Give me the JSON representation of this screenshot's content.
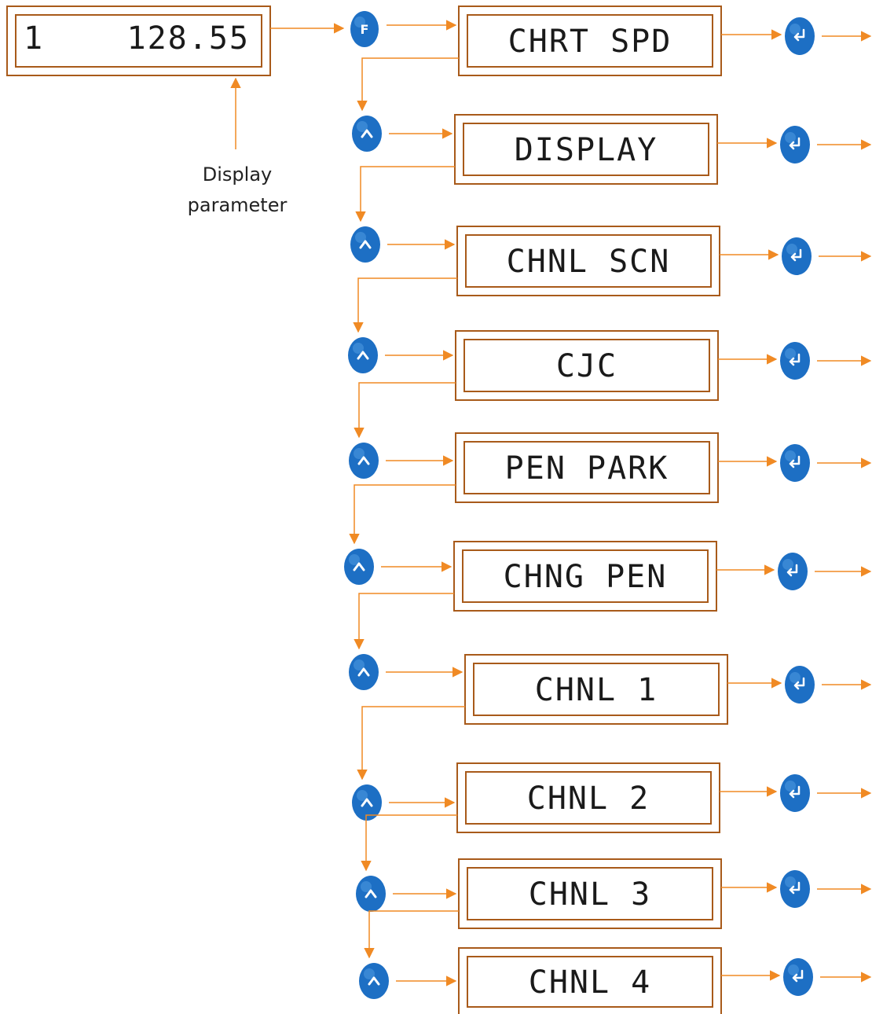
{
  "colors": {
    "border": "#a85a1a",
    "arrow": "#f08a24",
    "button_fill": "#1d6fc4",
    "button_highlight": "#5aa3e8",
    "text": "#1a1a1a"
  },
  "top_display": {
    "channel": "1",
    "value": "128.55"
  },
  "caption": [
    "Display",
    "parameter"
  ],
  "buttons": {
    "function_label": "F",
    "up_icon": "up-arrow-icon",
    "enter_icon": "enter-icon"
  },
  "menu_items": [
    {
      "label": "CHRT SPD"
    },
    {
      "label": "DISPLAY"
    },
    {
      "label": "CHNL SCN"
    },
    {
      "label": "CJC"
    },
    {
      "label": "PEN PARK"
    },
    {
      "label": "CHNG PEN"
    },
    {
      "label": "CHNL 1"
    },
    {
      "label": "CHNL 2"
    },
    {
      "label": "CHNL 3"
    },
    {
      "label": "CHNL 4"
    }
  ]
}
